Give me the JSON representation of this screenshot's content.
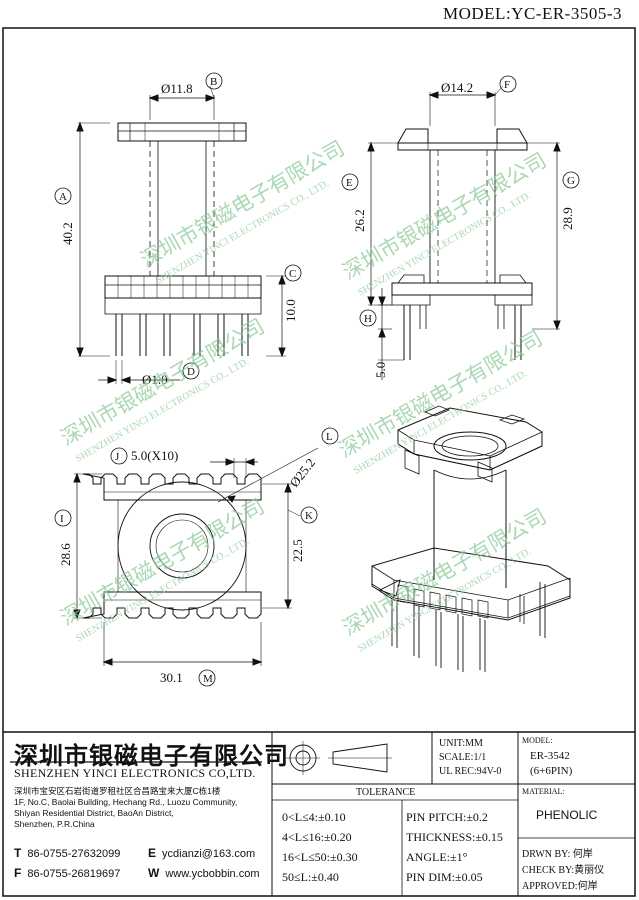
{
  "header": {
    "model_label": "MODEL:YC-ER-3505-3"
  },
  "dimensions": {
    "B": {
      "letter": "B",
      "value": "Ø11.8"
    },
    "A": {
      "letter": "A",
      "value": "40.2"
    },
    "C": {
      "letter": "C",
      "value": "10.0"
    },
    "D": {
      "letter": "D",
      "value": "Ø1.0"
    },
    "F": {
      "letter": "F",
      "value": "Ø14.2"
    },
    "E": {
      "letter": "E",
      "value": "26.2"
    },
    "G": {
      "letter": "G",
      "value": "28.9"
    },
    "H": {
      "letter": "H",
      "value": "5.0"
    },
    "J": {
      "letter": "J",
      "value": "5.0(X10)"
    },
    "L": {
      "letter": "L",
      "value": "Ø25.2"
    },
    "I": {
      "letter": "I",
      "value": "28.6"
    },
    "K": {
      "letter": "K",
      "value": "22.5"
    },
    "M": {
      "letter": "M",
      "value": "30.1"
    }
  },
  "watermark": {
    "cn": "深圳市银磁电子有限公司",
    "en": "SHENZHEN YINCI ELECTRONICS CO., LTD."
  },
  "company": {
    "name_cn": "深圳市银磁电子有限公司",
    "name_en": "SHENZHEN YINCI ELECTRONICS CO,LTD.",
    "address_lines": [
      "深圳市宝安区石岩街道罗租社区合昌路宝来大厦C栋1楼",
      "1F, No.C, Baolai Building, Hechang Rd., Luozu Community,",
      "Shiyan Residential District, BaoAn District,",
      "Shenzhen, P.R.China"
    ],
    "tel": {
      "key": "T",
      "value": "86-0755-27632099"
    },
    "fax": {
      "key": "F",
      "value": "86-0755-26819697"
    },
    "email": {
      "key": "E",
      "value": "ycdianzi@163.com"
    },
    "web": {
      "key": "W",
      "value": "www.ycbobbin.com"
    }
  },
  "specs": {
    "unit": "UNIT:MM",
    "scale": "SCALE:1/1",
    "ul": "UL REC:94V-0",
    "tolerance_title": "TOLERANCE",
    "tolerance_left": [
      "0<L≤4:±0.10",
      "4<L≤16:±0.20",
      "16<L≤50:±0.30",
      "50≤L:±0.40"
    ],
    "tolerance_right": [
      "PIN PITCH:±0.2",
      "THICKNESS:±0.15",
      "ANGLE:±1°",
      "PIN DIM:±0.05"
    ]
  },
  "model_box": {
    "label": "MODEL:",
    "value": "ER-3542",
    "pins": "(6+6PIN)",
    "material_label": "MATERIAL:",
    "material": "PHENOLIC",
    "drawn": "DRWN BY: 何岸",
    "check": "CHECK BY:黄丽仪",
    "approved": "APPROVED:何岸"
  }
}
